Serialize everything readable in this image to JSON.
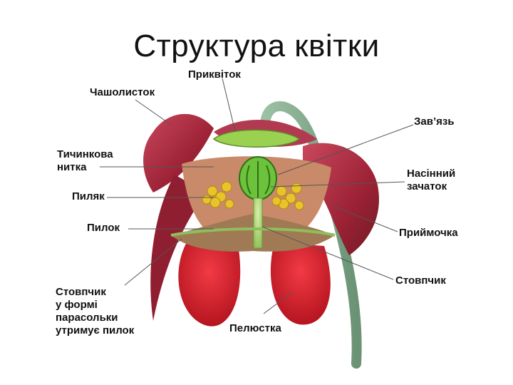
{
  "title": "Структура квітки",
  "labels": {
    "bract": "Приквіток",
    "sepal": "Чашолисток",
    "filament": "Тичинкова\nнитка",
    "anther": "Пиляк",
    "pollen": "Пилок",
    "umbrella_style": "Стовпчик\nу формі\nпарасольки\nутримує пилок",
    "ovary": "Зав’язь",
    "ovule": "Насінний\nзачаток",
    "stigma": "Приймочка",
    "style": "Стовпчик",
    "petal": "Пелюстка"
  },
  "colors": {
    "petal": "#d91f2b",
    "sepal": "#b8324a",
    "stem": "#7fa88a",
    "ovary": "#6cc23a",
    "anther": "#e8c42a"
  }
}
